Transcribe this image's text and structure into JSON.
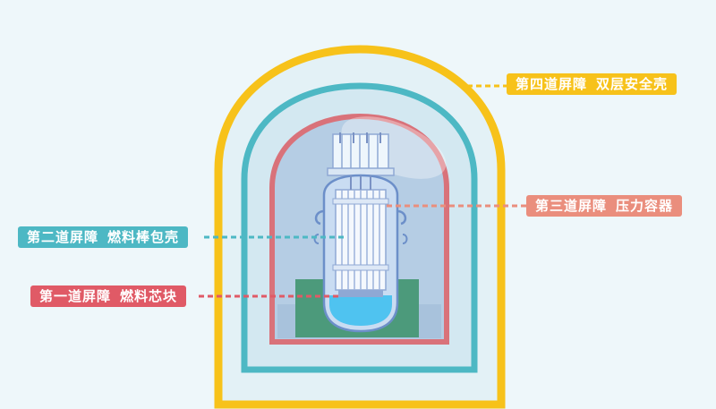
{
  "labels": [
    {
      "id": "barrier4",
      "name": "第四道屏障",
      "desc": "双层安全壳",
      "color": "#f7c21a"
    },
    {
      "id": "barrier3",
      "name": "第三道屏障",
      "desc": "压力容器",
      "color": "#ea8e7d"
    },
    {
      "id": "barrier2",
      "name": "第二道屏障",
      "desc": "燃料棒包壳",
      "color": "#4db8c4"
    },
    {
      "id": "barrier1",
      "name": "第一道屏障",
      "desc": "燃料芯块",
      "color": "#e05a66"
    }
  ],
  "colors": {
    "background": "#eef7fa",
    "outer_shell": "#f7c21a",
    "inner_shell": "#4db8c4",
    "pressure_vessel": "#d9727a",
    "coolant": "#4fc3f0",
    "base_block": "#4c9a7b"
  }
}
